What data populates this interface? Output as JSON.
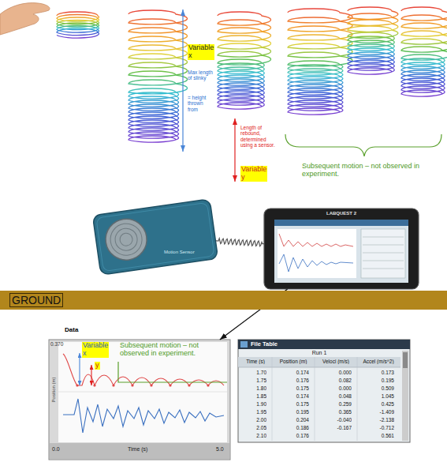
{
  "diagram": {
    "nodes": [
      {
        "text": [
          "Motion Sensor"
        ]
      },
      {
        "text": [
          "LABQUEST 2"
        ]
      },
      {
        "text": [
          "GROUND"
        ]
      },
      {
        "text": [
          "Data",
          "0.370",
          "Variable x",
          "y",
          "Subsequent motion – not observed in experiment.",
          "Position (m)",
          "Time (s)",
          "0.0",
          "5.0"
        ]
      },
      {
        "text": [
          "File Table",
          "Run 1",
          "Time (s)",
          "Position (m)",
          "Veloci (m/s)",
          "Accel (m/s^2)",
          "1.70",
          "0.174",
          "0.000",
          "0.173",
          "1.75",
          "0.176",
          "0.082",
          "0.195",
          "1.80",
          "0.175",
          "0.000",
          "0.509",
          "1.85",
          "0.174",
          "0.048",
          "1.045",
          "1.90",
          "0.175",
          "0.259",
          "0.425",
          "1.95",
          "0.195",
          "0.365",
          "-1.409",
          "2.00",
          "0.204",
          "-0.040",
          "-2.138",
          "2.05",
          "0.186",
          "-0.167",
          "-0.712",
          "2.10",
          "0.176",
          "0.561"
        ]
      }
    ],
    "edges": [
      {
        "from": 0,
        "to": 1,
        "arrow": "none"
      },
      {
        "from": 1,
        "to": 3,
        "arrow": "to"
      }
    ],
    "labels": [
      "Variable x",
      "Max length of slinky",
      "= height thrown from",
      "Length of rebound, determined using a sensor.",
      "Variable y",
      "Subsequent motion – not observed in experiment."
    ]
  }
}
